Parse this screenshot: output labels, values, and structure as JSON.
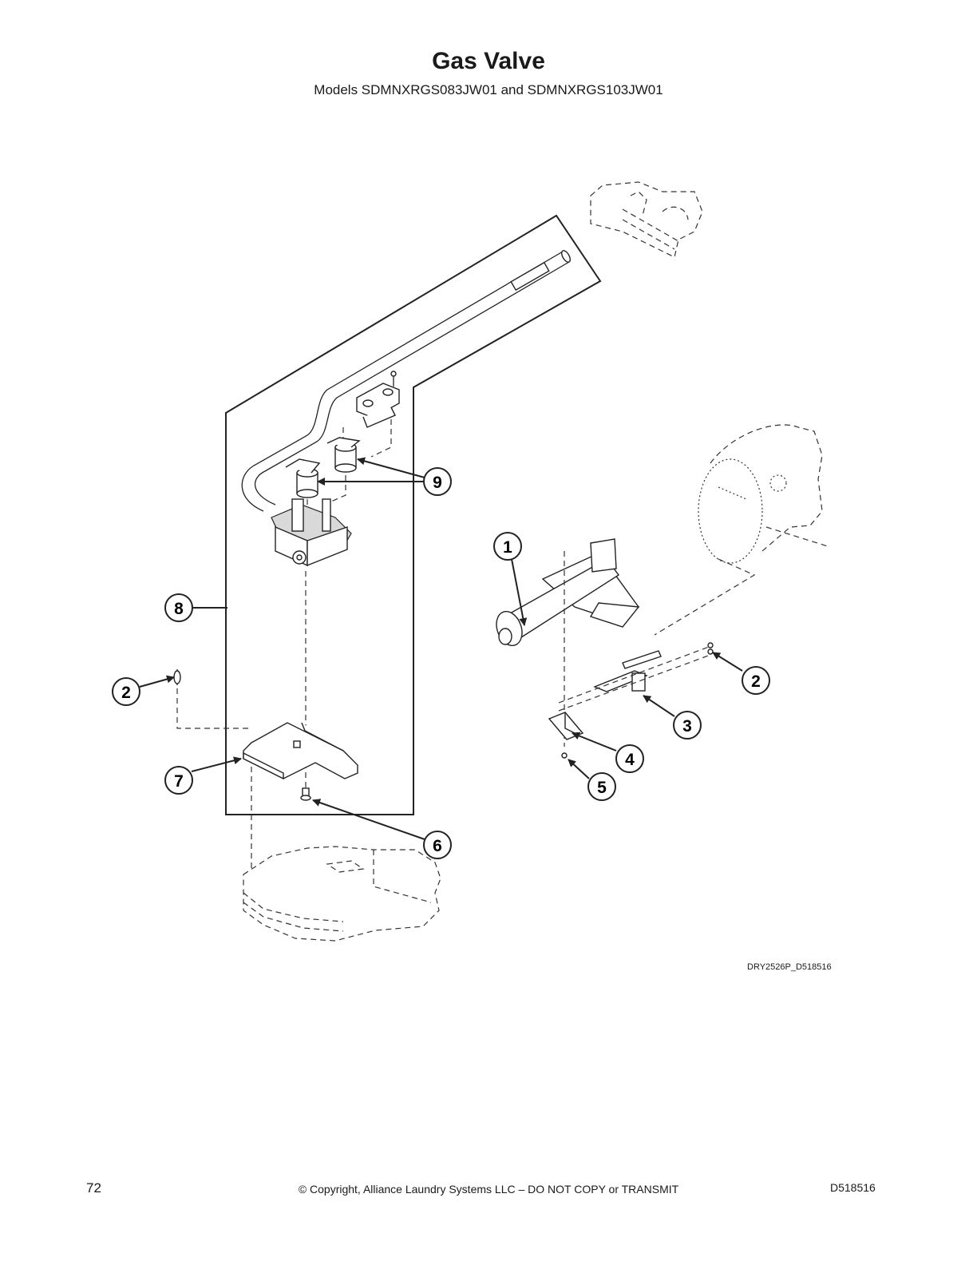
{
  "header": {
    "title": "Gas Valve",
    "subtitle": "Models SDMNXRGS083JW01 and SDMNXRGS103JW01"
  },
  "diagram": {
    "code": "DRY2526P_D518516",
    "callouts": [
      {
        "id": "c1",
        "label": "1"
      },
      {
        "id": "c2a",
        "label": "2"
      },
      {
        "id": "c2b",
        "label": "2"
      },
      {
        "id": "c3",
        "label": "3"
      },
      {
        "id": "c4",
        "label": "4"
      },
      {
        "id": "c5",
        "label": "5"
      },
      {
        "id": "c6",
        "label": "6"
      },
      {
        "id": "c7",
        "label": "7"
      },
      {
        "id": "c8",
        "label": "8"
      },
      {
        "id": "c9",
        "label": "9"
      }
    ]
  },
  "footer": {
    "page_number": "72",
    "copyright": "© Copyright, Alliance Laundry Systems LLC – DO NOT COPY or TRANSMIT",
    "doc_number": "D518516"
  }
}
